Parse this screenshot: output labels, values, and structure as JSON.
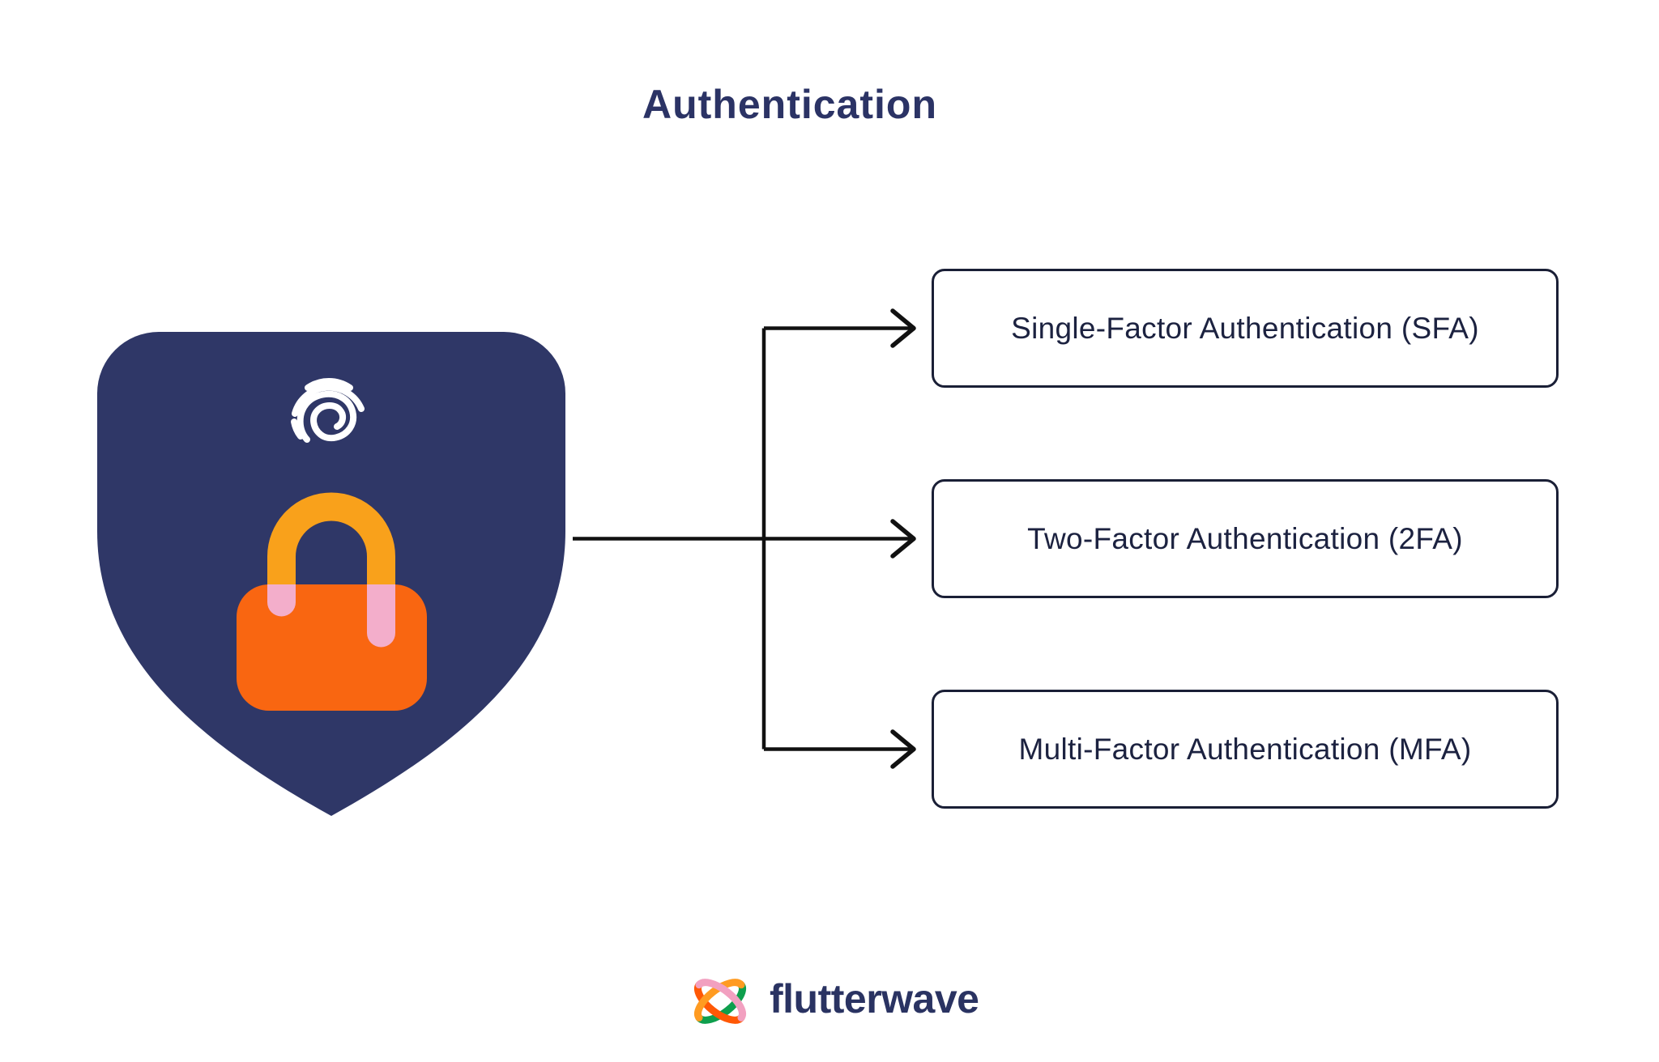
{
  "title": "Authentication",
  "diagram": {
    "source_icon": "shield-lock-fingerprint",
    "boxes": [
      {
        "label": "Single-Factor Authentication (SFA)"
      },
      {
        "label": "Two-Factor Authentication (2FA)"
      },
      {
        "label": "Multi-Factor Authentication (MFA)"
      }
    ]
  },
  "footer": {
    "brand": "flutterwave"
  },
  "colors": {
    "title_text": "#2B3365",
    "shield_navy": "#2F3767",
    "lock_body_orange": "#F96611",
    "lock_shackle_amber": "#F9A11B",
    "lock_leg_pink": "#F3AECB",
    "fingerprint_white": "#FFFFFF",
    "box_border": "#1A1F36",
    "box_text": "#1C2240",
    "connector": "#111111",
    "brand_navy": "#2A3362",
    "logo_orange": "#FF9B21",
    "logo_pink": "#F2A0C0",
    "logo_green": "#0E9F4D",
    "logo_red": "#FF5805"
  }
}
